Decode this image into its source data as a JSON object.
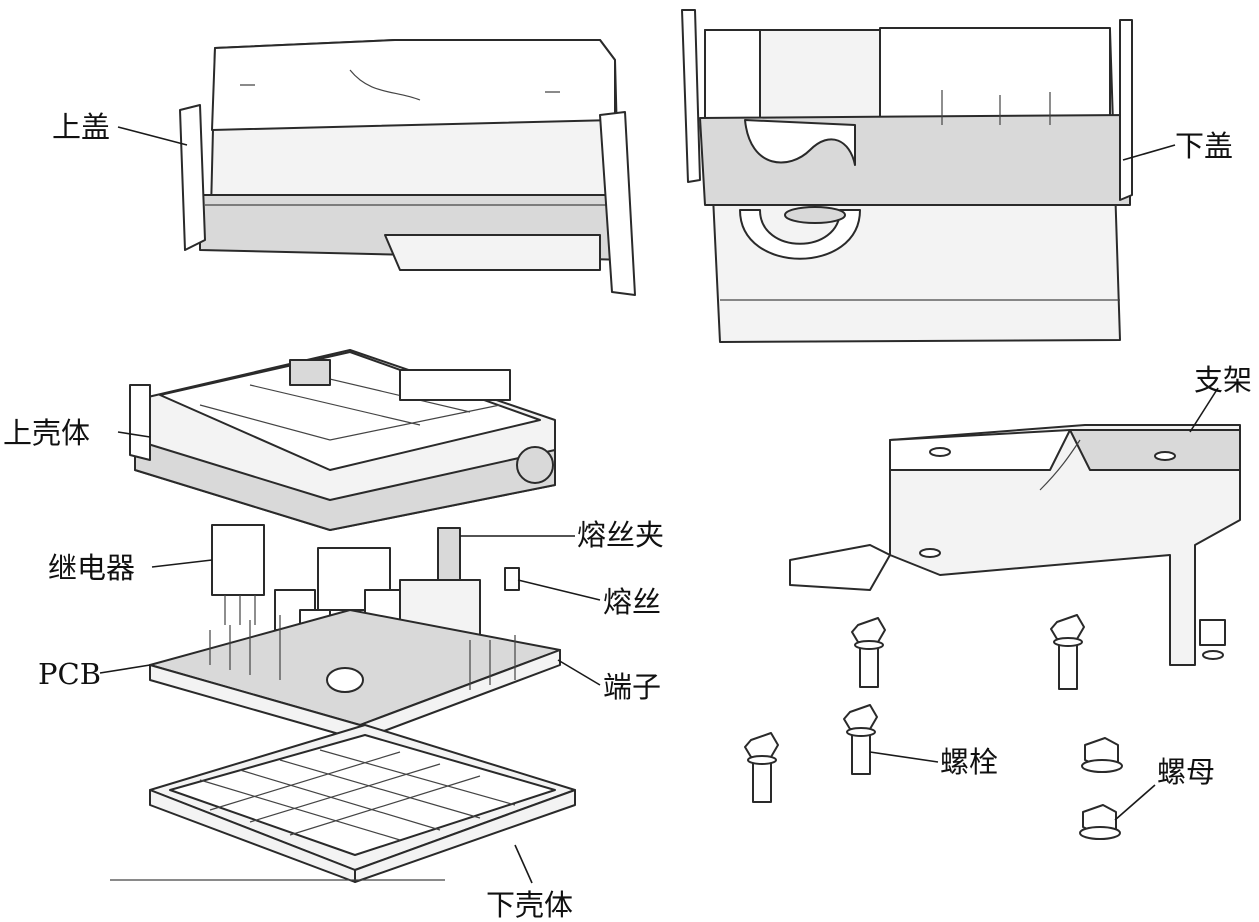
{
  "labels": {
    "upper_cover": "上盖",
    "lower_cover": "下盖",
    "upper_shell": "上壳体",
    "bracket": "支架",
    "fuse_clip": "熔丝夹",
    "relay": "继电器",
    "fuse": "熔丝",
    "pcb": "PCB",
    "terminal": "端子",
    "bolt": "螺栓",
    "nut": "螺母",
    "lower_shell": "下壳体"
  }
}
